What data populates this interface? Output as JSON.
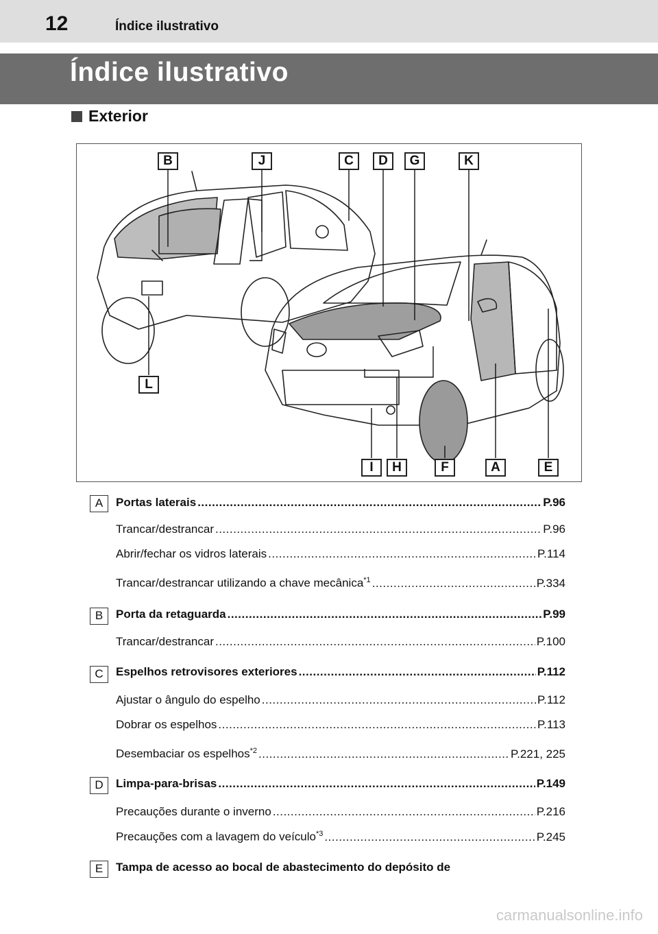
{
  "header": {
    "page_number": "12",
    "running_title": "Índice ilustrativo"
  },
  "title": "Índice ilustrativo",
  "section": {
    "heading": "Exterior",
    "icon": "square-bullet-icon"
  },
  "figure": {
    "callouts_top": [
      "B",
      "J",
      "C",
      "D",
      "G",
      "K"
    ],
    "callouts_left": [
      "L"
    ],
    "callouts_bottom": [
      "I",
      "H",
      "F",
      "A",
      "E"
    ]
  },
  "entries": [
    {
      "letter": "A",
      "title": "Portas laterais",
      "ref": "P.96",
      "items": [
        {
          "text": "Trancar/destrancar",
          "sup": "",
          "ref": "P.96"
        },
        {
          "text": "Abrir/fechar os vidros laterais",
          "sup": "",
          "ref": "P.114"
        },
        {
          "text": "Trancar/destrancar utilizando a chave mecânica",
          "sup": "*1",
          "ref": "P.334"
        }
      ]
    },
    {
      "letter": "B",
      "title": "Porta da retaguarda",
      "ref": "P.99",
      "items": [
        {
          "text": "Trancar/destrancar",
          "sup": "",
          "ref": "P.100"
        }
      ]
    },
    {
      "letter": "C",
      "title": "Espelhos retrovisores exteriores",
      "ref": "P.112",
      "items": [
        {
          "text": "Ajustar o ângulo do espelho",
          "sup": "",
          "ref": "P.112"
        },
        {
          "text": "Dobrar os espelhos",
          "sup": "",
          "ref": "P.113"
        },
        {
          "text": "Desembaciar os espelhos",
          "sup": "*2",
          "ref": "P.221, 225"
        }
      ]
    },
    {
      "letter": "D",
      "title": "Limpa-para-brisas",
      "ref": "P.149",
      "items": [
        {
          "text": "Precauções durante o inverno",
          "sup": "",
          "ref": "P.216"
        },
        {
          "text": "Precauções com a lavagem do veículo",
          "sup": "*3",
          "ref": "P.245"
        }
      ]
    },
    {
      "letter": "E",
      "title": "Tampa de acesso ao bocal de abastecimento do depósito de",
      "ref": "",
      "items": []
    }
  ],
  "watermark": "carmanualsonline.info"
}
